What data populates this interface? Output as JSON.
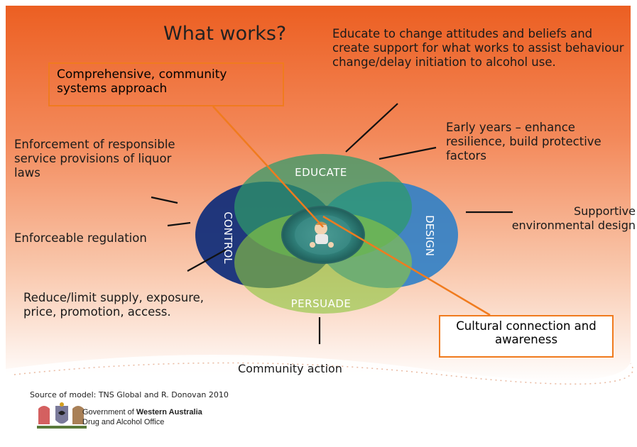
{
  "title": "What works?",
  "educate_note": "Educate to change attitudes and beliefs and create support for what works to assist behaviour change/delay initiation to alcohol use.",
  "comprehensive_box": "Comprehensive, community systems approach",
  "early_years": "Early years – enhance resilience, build protective factors",
  "enforcement": "Enforcement of responsible service provisions of liquor laws",
  "supportive_line1": "Supportive",
  "supportive_line2": "environmental design",
  "enforceable": "Enforceable regulation",
  "reduce": "Reduce/limit supply, exposure, price, promotion, access.",
  "cultural_box": "Cultural connection and awareness",
  "community_action": "Community action",
  "source": "Source of model: TNS Global  and R. Donovan 2010",
  "circles": {
    "educate": "EDUCATE",
    "control": "CONTROL",
    "design": "DESIGN",
    "persuade": "PERSUADE"
  },
  "colors": {
    "educate": "#2e9a6a",
    "control": "#0d2b7a",
    "design": "#2f7fc7",
    "persuade": "#8cc63f",
    "accent_orange": "#f07b1e",
    "bg_orange": "#ee6a2c"
  },
  "gov": {
    "prefix": "Government of ",
    "name": "Western Australia",
    "office": "Drug and Alcohol Office"
  },
  "icons": {
    "center": "child-photo",
    "logo": "coat-of-arms-icon"
  }
}
